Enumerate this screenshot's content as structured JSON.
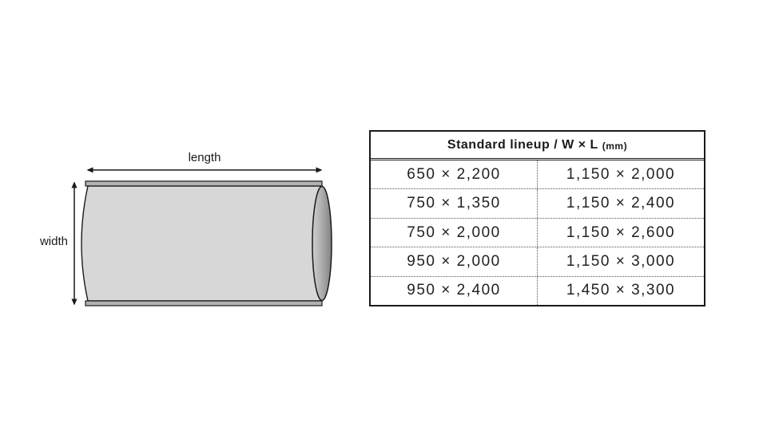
{
  "diagram": {
    "length_label": "length",
    "width_label": "width",
    "colors": {
      "body": "#d7d7d7",
      "strip": "#b2b2b2",
      "outline": "#1a1a1a",
      "roll_end_light": "#cfcfcf",
      "roll_end_mid": "#b0b0b0",
      "roll_end_dark": "#828282"
    }
  },
  "table": {
    "header": {
      "title": "Standard lineup / W × L",
      "unit": "(mm)"
    },
    "rows": [
      {
        "left": "650 × 2,200",
        "right": "1,150 × 2,000"
      },
      {
        "left": "750 × 1,350",
        "right": "1,150 × 2,400"
      },
      {
        "left": "750 × 2,000",
        "right": "1,150 × 2,600"
      },
      {
        "left": "950 × 2,000",
        "right": "1,150 × 3,000"
      },
      {
        "left": "950 × 2,400",
        "right": "1,450 × 3,300"
      }
    ]
  }
}
